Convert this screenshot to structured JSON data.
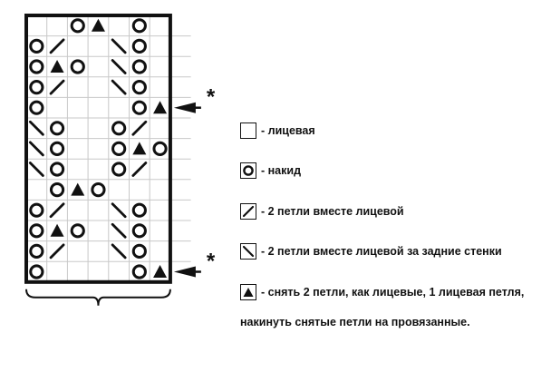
{
  "chart": {
    "rows": [
      "..OT.O..",
      "O/..\\O..",
      "OTO.\\O..",
      "O/..\\O..",
      "O....OT",
      "\\O..O/..",
      "\\O..OTO",
      "\\O..O/..",
      ".OTO....",
      "O/..\\O..",
      "OTO.\\O..",
      "O/..\\O..",
      "O....OT"
    ],
    "marked_rows": [
      4,
      12
    ]
  },
  "chart_marker": "*",
  "legend": [
    {
      "symbol": "knit",
      "label": "- лицевая"
    },
    {
      "symbol": "yo",
      "label": "- накид"
    },
    {
      "symbol": "k2tog",
      "label": "- 2 петли вместе лицевой"
    },
    {
      "symbol": "ssk",
      "label": "- 2 петли вместе лицевой за задние стенки"
    },
    {
      "symbol": "triangle",
      "label": "- снять 2 петли, как лицевые, 1 лицевая петля,"
    }
  ],
  "legend_continuation": "накинуть снятые петли на провязанные."
}
